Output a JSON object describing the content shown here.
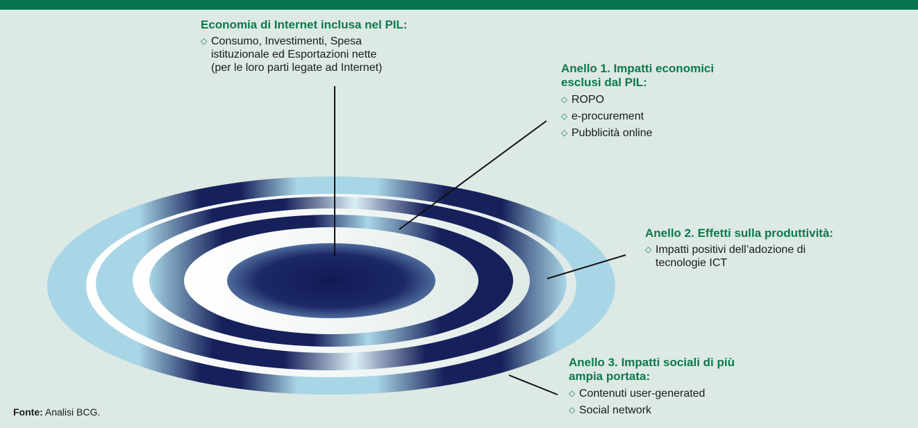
{
  "center": {
    "title": "Economia di Internet inclusa nel PIL:",
    "items": [
      "Consumo, Investimenti, Spesa istituzionale ed Esportazioni nette (per le loro parti legate ad Internet)"
    ],
    "lines": [
      "Consumo, Investimenti, Spesa",
      "istituzionale ed Esportazioni nette",
      "(per le loro parti legate ad Internet)"
    ]
  },
  "ring1": {
    "title_line1": "Anello 1. Impatti economici",
    "title_line2": "esclusi dal PIL:",
    "items": [
      "ROPO",
      "e-procurement",
      "Pubblicità online"
    ]
  },
  "ring2": {
    "title": "Anello 2. Effetti sulla produttività:",
    "item_line1": "Impatti positivi dell’adozione di",
    "item_line2": "tecnologie ICT"
  },
  "ring3": {
    "title_line1": "Anello 3. Impatti sociali di più",
    "title_line2": "ampia portata:",
    "items": [
      "Contenuti user-generated",
      "Social network"
    ]
  },
  "source": {
    "label": "Fonte:",
    "text": "Analisi BCG."
  },
  "colors": {
    "topbar": "#05734f",
    "background": "#dde9e4",
    "heading": "#0c7a4c",
    "ring_dark": "#16205a",
    "ring_light": "#a9d6e6"
  }
}
